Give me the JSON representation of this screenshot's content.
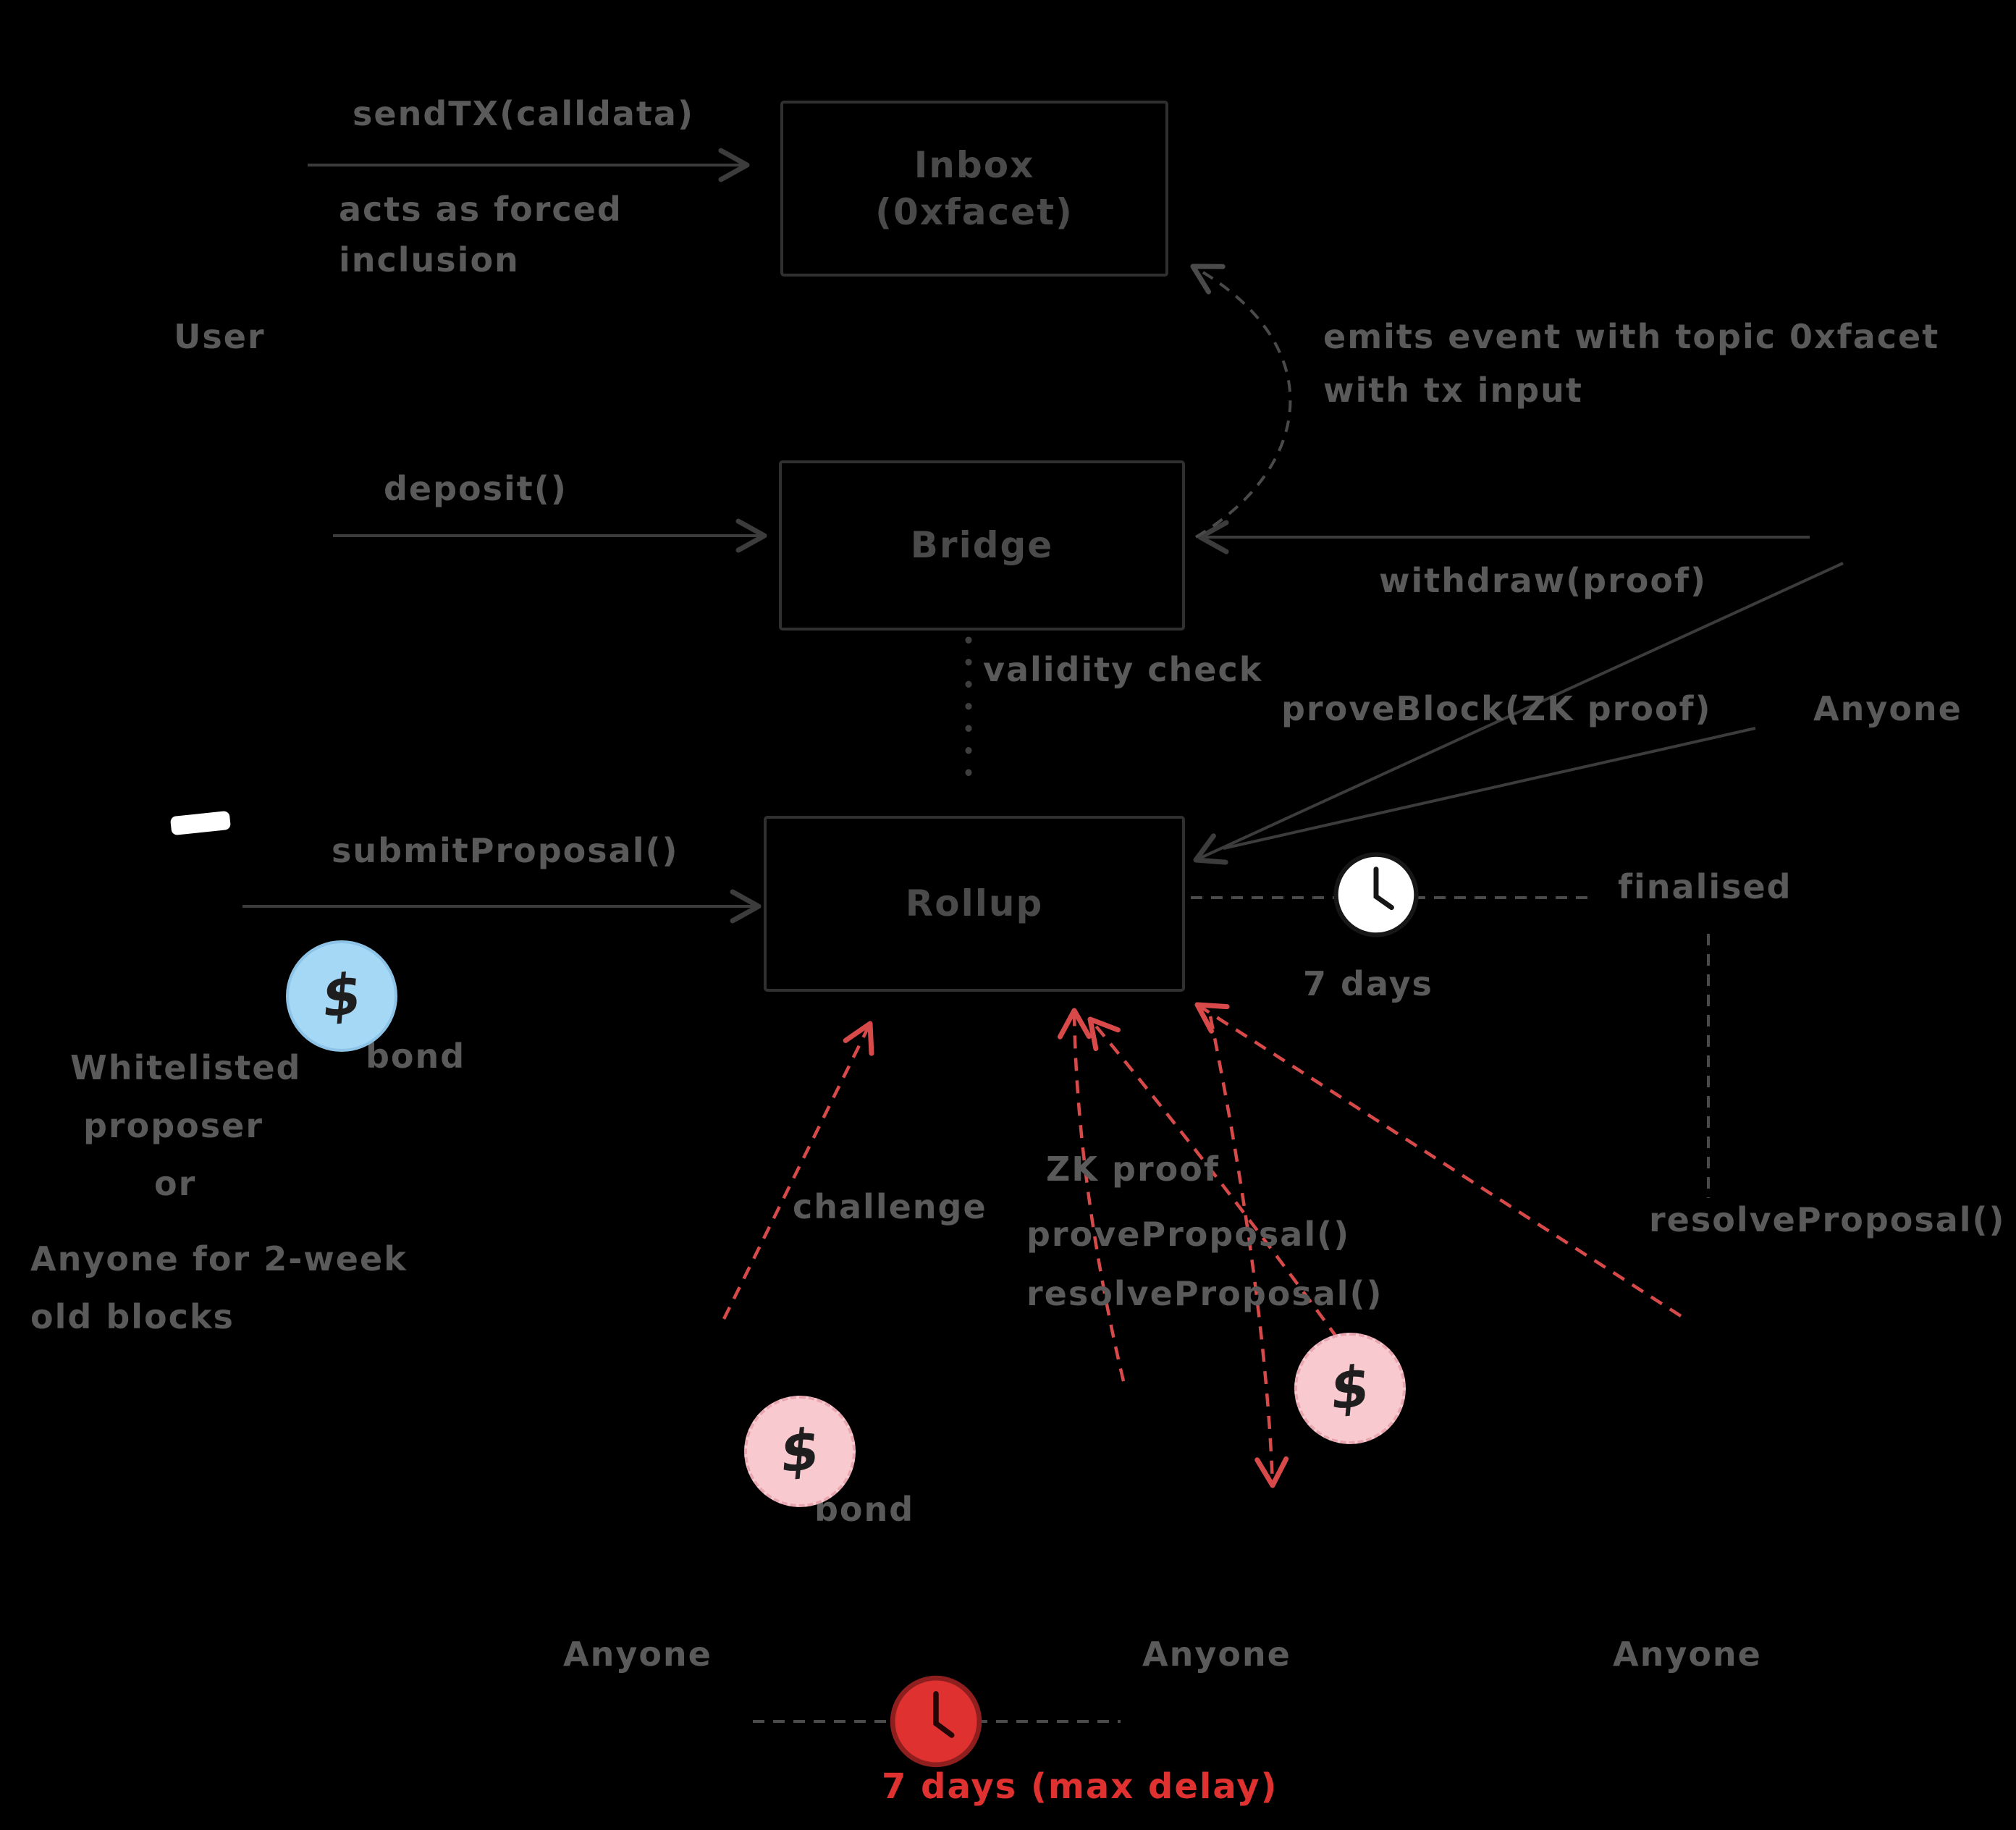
{
  "diagram_title": "Rollup architecture flow (inbox / bridge / rollup)",
  "colors": {
    "background": "#000000",
    "box_border": "#303030",
    "box_text": "#4a4a4a",
    "label_gray": "#5a5a5a",
    "arrow_gray": "#3c3c3c",
    "dashed_gray": "#4a4a4a",
    "red_arrow": "#d84a4a",
    "red_bright": "#e03131",
    "bond_blue": "#a5d8f5",
    "bond_pink": "#f8c9ce",
    "clock_white": "#ffffff"
  },
  "nodes": {
    "inbox": {
      "title": "Inbox",
      "subtitle": "(0xfacet)"
    },
    "bridge": {
      "title": "Bridge"
    },
    "rollup": {
      "title": "Rollup"
    }
  },
  "labels": {
    "send_tx": "sendTX(calldata)",
    "forced_inclusion_1": "acts as forced",
    "forced_inclusion_2": "inclusion",
    "user": "User",
    "emits_event_1": "emits event with topic 0xfacet",
    "emits_event_2": "with tx input",
    "deposit": "deposit()",
    "withdraw": "withdraw(proof)",
    "validity_check": "validity check",
    "prove_block": "proveBlock(ZK proof)",
    "anyone_right": "Anyone",
    "submit_proposal": "submitProposal()",
    "bond_blue": "bond",
    "seven_days": "7 days",
    "finalised": "finalised",
    "resolve_proposal_right": "resolveProposal()",
    "challenge": "challenge",
    "zk_proof": "ZK proof",
    "prove_proposal": "proveProposal()",
    "resolve_proposal": "resolveProposal()",
    "bond_pink": "bond",
    "max_delay": "7 days (max delay)",
    "dollar": "$"
  },
  "proposer_note": {
    "lines": [
      "Whitelisted",
      "proposer",
      "or",
      "Anyone for 2-week",
      "old blocks"
    ]
  },
  "anyone_bottom": [
    "Anyone",
    "Anyone",
    "Anyone"
  ],
  "icons": {
    "clock_white": "clock-icon (7 day finalisation window)",
    "clock_red": "clock-icon (7 day max delay)",
    "bond": "dollar bond badge"
  }
}
